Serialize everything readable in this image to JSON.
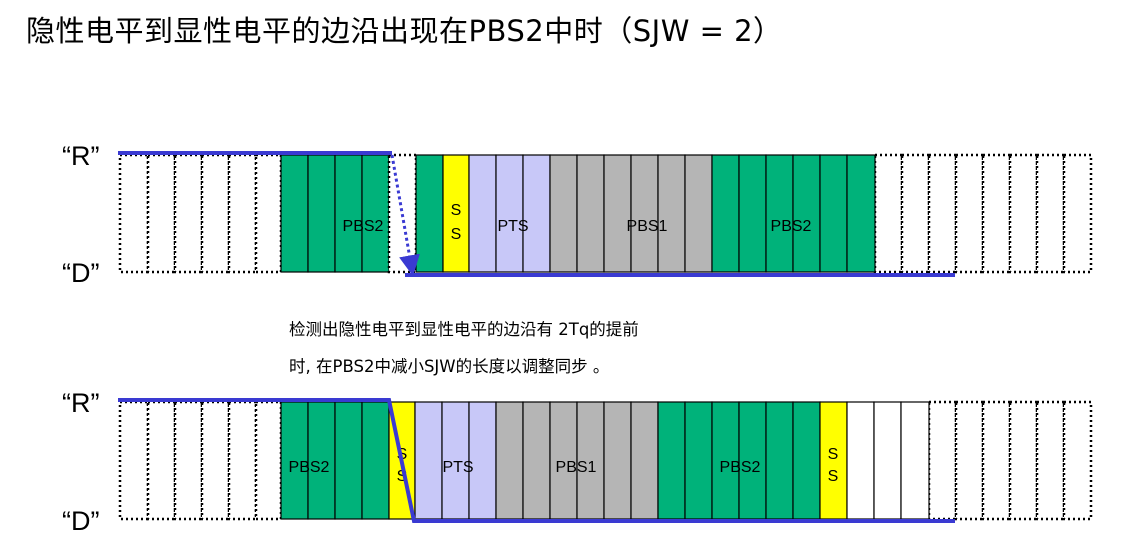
{
  "title": "隐性电平到显性电平的边沿出现在PBS2中时（SJW = 2）",
  "colors": {
    "green": "#00B27A",
    "yellow": "#FFFF00",
    "lavender": "#C8C8F8",
    "gray": "#B5B5B5",
    "signal": "#3A3AD2"
  },
  "diagram1": {
    "label_r": "“R”",
    "label_d": "“D”",
    "segments": [
      {
        "label": "PBS2",
        "quanta": 4
      },
      {
        "label": "SS",
        "quanta": 1
      },
      {
        "label": "PTS",
        "quanta": 3
      },
      {
        "label": "PBS1",
        "quanta": 6
      },
      {
        "label": "PBS2",
        "quanta": 6
      }
    ]
  },
  "note": {
    "line1": "检测出隐性电平到显性电平的边沿有 2Tq的提前",
    "line2": "时, 在PBS2中减小SJW的长度以调整同步 。"
  },
  "diagram2": {
    "label_r": "“R”",
    "label_d": "“D”",
    "segments": [
      {
        "label": "PBS2",
        "quanta": 4
      },
      {
        "label": "SS",
        "quanta": 1
      },
      {
        "label": "PTS",
        "quanta": 3
      },
      {
        "label": "PBS1",
        "quanta": 6
      },
      {
        "label": "PBS2",
        "quanta": 6
      },
      {
        "label": "SS",
        "quanta": 1
      }
    ]
  }
}
